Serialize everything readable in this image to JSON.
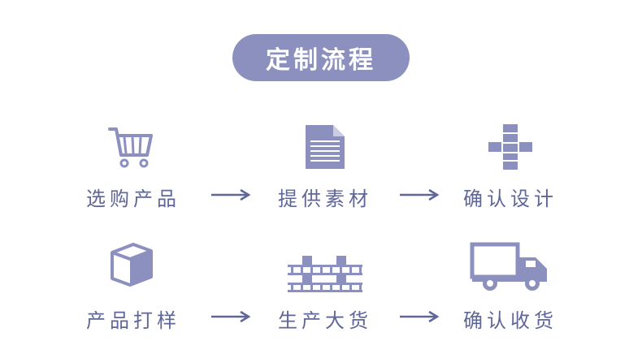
{
  "title": "定制流程",
  "steps": [
    {
      "label": "选购产品",
      "icon": "shopping-cart-icon"
    },
    {
      "label": "提供素材",
      "icon": "document-icon"
    },
    {
      "label": "确认设计",
      "icon": "puzzle-blocks-icon"
    },
    {
      "label": "产品打样",
      "icon": "box-icon"
    },
    {
      "label": "生产大货",
      "icon": "conveyor-belt-icon"
    },
    {
      "label": "确认收货",
      "icon": "delivery-truck-icon"
    }
  ],
  "colors": {
    "accent": "#8b90bf",
    "icon": "#8b90bf",
    "text": "#5f6698"
  }
}
